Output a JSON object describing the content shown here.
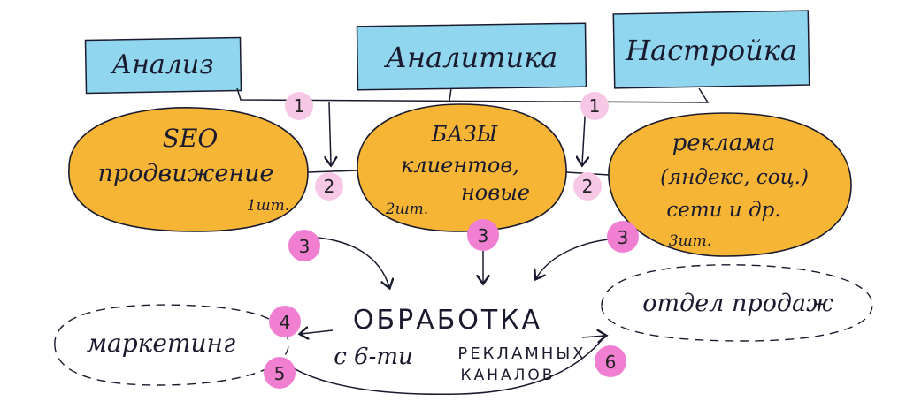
{
  "colors": {
    "box_fill": "#8fd6ee",
    "blob_fill": "#f7b535",
    "badge_light": "#f7c8e6",
    "badge_strong": "#f07fd2",
    "ink": "#1a1a2e"
  },
  "top_boxes": {
    "analysis": "Анализ",
    "analytics": "Аналитика",
    "setup": "Настройка"
  },
  "channels": {
    "seo": {
      "line1": "SEO",
      "line2": "продвижение",
      "count": "1шт."
    },
    "base": {
      "line1": "БАЗЫ",
      "line2": "клиентов,",
      "line3": "новые",
      "count": "2шт."
    },
    "ads": {
      "line1": "реклама",
      "line2": "(яндекс, соц.)",
      "line3": "сети и др.",
      "count": "3шт."
    }
  },
  "center": {
    "title": "ОБРАБОТКА",
    "line2a": "с 6-ти",
    "line2b": "РЕКЛАМНЫХ",
    "line3": "КАНАЛОВ"
  },
  "side": {
    "marketing": "маркетинг",
    "sales": "отдел продаж"
  },
  "badges": {
    "b1_left": "1",
    "b1_right": "1",
    "b2_left": "2",
    "b2_right": "2",
    "b3_left": "3",
    "b3_mid": "3",
    "b3_right": "3",
    "b4": "4",
    "b5": "5",
    "b6": "6"
  }
}
